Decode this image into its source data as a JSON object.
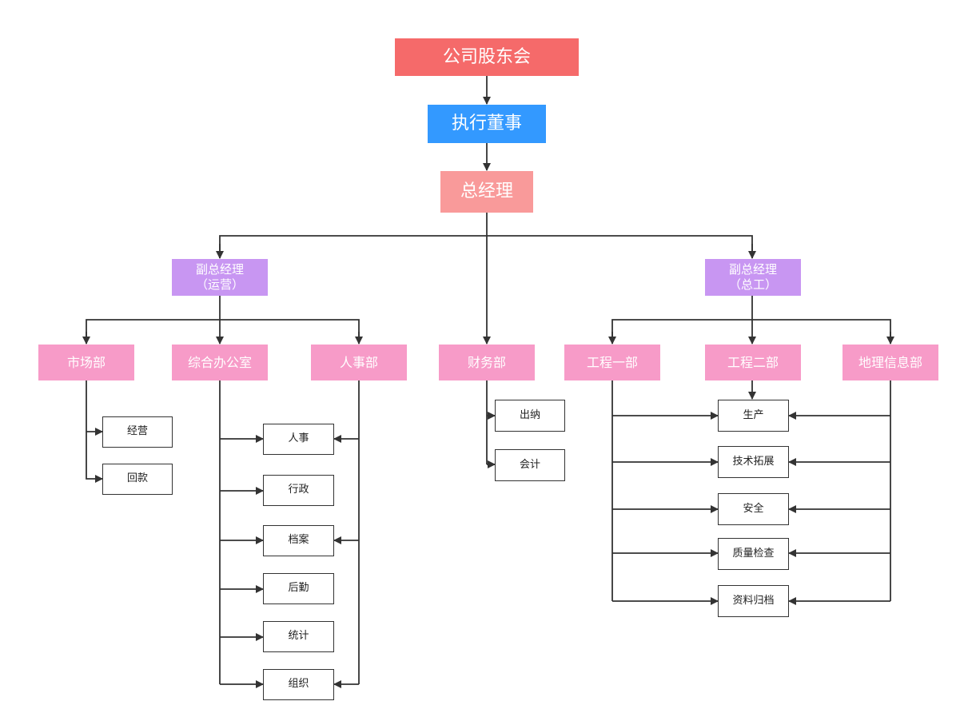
{
  "top": {
    "shareholders": "公司股东会",
    "director": "执行董事",
    "general_manager": "总经理"
  },
  "vice_presidents": {
    "ops_line1": "副总经理",
    "ops_line2": "（运营）",
    "eng_line1": "副总经理",
    "eng_line2": "（总工）"
  },
  "departments": {
    "market": "市场部",
    "office": "综合办公室",
    "hr": "人事部",
    "finance": "财务部",
    "eng1": "工程一部",
    "eng2": "工程二部",
    "gis": "地理信息部"
  },
  "market_tasks": [
    "经营",
    "回款"
  ],
  "office_tasks": [
    "人事",
    "行政",
    "档案",
    "后勤",
    "统计",
    "组织"
  ],
  "finance_tasks": [
    "出纳",
    "会计"
  ],
  "engineering_tasks": [
    "生产",
    "技术拓展",
    "安全",
    "质量检查",
    "资料归档"
  ],
  "colors": {
    "shareholders": "#f56a6a",
    "director": "#3399ff",
    "general_manager": "#f99a9a",
    "vice_president": "#c896f2",
    "department": "#f79bc8",
    "connector": "#333333"
  }
}
